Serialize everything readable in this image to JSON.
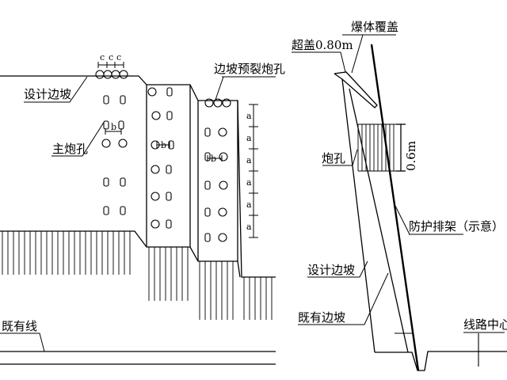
{
  "left_diagram": {
    "labels": {
      "design_slope": "设计边坡",
      "main_blasthole": "主炮孔",
      "presplit_holes": "边坡预裂炮孔",
      "existing_line": "既有线"
    },
    "dims": {
      "spacing_c": "c",
      "spacing_b": "b",
      "spacing_a": "a"
    }
  },
  "right_diagram": {
    "labels": {
      "blast_cover": "爆体覆盖",
      "over_cover": "超盖0.80m",
      "blasthole": "炮孔",
      "depth_value": "0.6m",
      "protective_rack": "防护排架（示意）",
      "design_slope": "设计边坡",
      "existing_slope": "既有边坡",
      "line_center": "线路中心"
    }
  }
}
